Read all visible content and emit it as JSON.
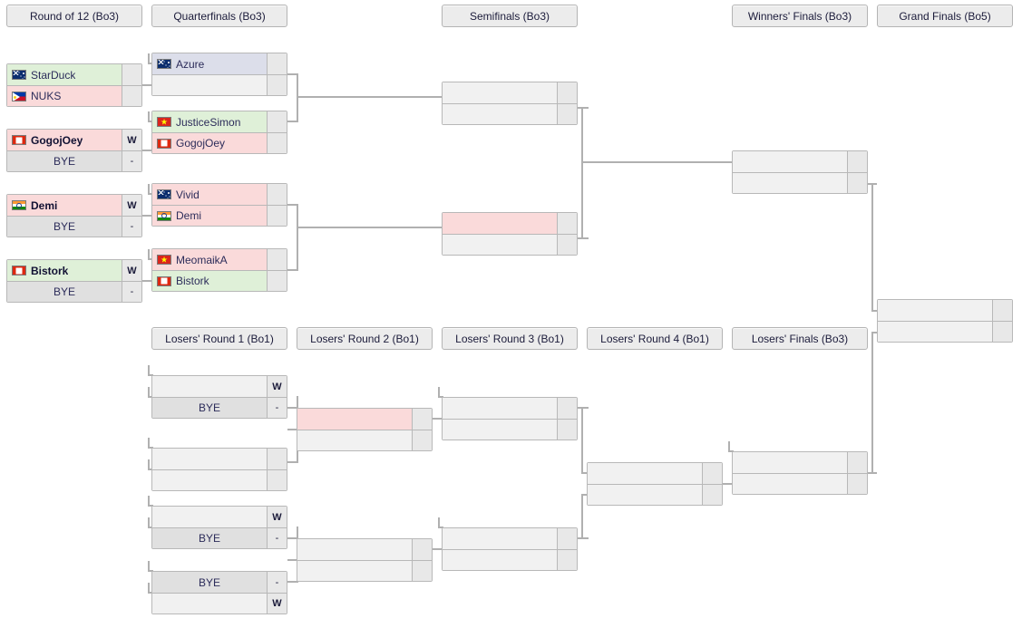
{
  "tournament": {
    "type": "double-elimination-bracket",
    "colors": {
      "win": "#dff0d8",
      "loss": "#fadada",
      "highlight_blue": "#dcdeea",
      "bye": "#e0e0e0",
      "empty": "#f1f1f1",
      "score_cell": "#e8e8e8",
      "border": "#b8b8b8",
      "connector": "#b0b0b0",
      "header": "#ececec"
    }
  },
  "headers": {
    "winners": [
      {
        "label": "Round of 12 (Bo3)"
      },
      {
        "label": "Quarterfinals (Bo3)"
      },
      {
        "label": "Semifinals (Bo3)"
      },
      {
        "label": "Winners' Finals (Bo3)"
      },
      {
        "label": "Grand Finals (Bo5)"
      }
    ],
    "losers": [
      {
        "label": "Losers' Round 1 (Bo1)"
      },
      {
        "label": "Losers' Round 2 (Bo1)"
      },
      {
        "label": "Losers' Round 3 (Bo1)"
      },
      {
        "label": "Losers' Round 4 (Bo1)"
      },
      {
        "label": "Losers' Finals (Bo3)"
      }
    ]
  },
  "matches": {
    "r12_m1": {
      "top": {
        "name": "StarDuck",
        "flag": "au",
        "state": "win",
        "score": ""
      },
      "bottom": {
        "name": "NUKS",
        "flag": "ph",
        "state": "loss",
        "score": ""
      }
    },
    "r12_m2": {
      "top": {
        "name": "GogojOey",
        "flag": "hk",
        "state": "loss",
        "score": "W",
        "bold": true
      },
      "bottom": {
        "name": "BYE",
        "flag": "",
        "state": "bye",
        "score": "-"
      }
    },
    "r12_m3": {
      "top": {
        "name": "Demi",
        "flag": "in",
        "state": "loss",
        "score": "W",
        "bold": true
      },
      "bottom": {
        "name": "BYE",
        "flag": "",
        "state": "bye",
        "score": "-"
      }
    },
    "r12_m4": {
      "top": {
        "name": "Bistork",
        "flag": "hk",
        "state": "win",
        "score": "W",
        "bold": true
      },
      "bottom": {
        "name": "BYE",
        "flag": "",
        "state": "bye",
        "score": "-"
      }
    },
    "qf_m1": {
      "top": {
        "name": "Azure",
        "flag": "au",
        "state": "blue",
        "score": ""
      },
      "bottom": {
        "name": "",
        "flag": "",
        "state": "empty",
        "score": ""
      }
    },
    "qf_m2": {
      "top": {
        "name": "JusticeSimon",
        "flag": "vn",
        "state": "win",
        "score": ""
      },
      "bottom": {
        "name": "GogojOey",
        "flag": "hk",
        "state": "loss",
        "score": ""
      }
    },
    "qf_m3": {
      "top": {
        "name": "Vivid",
        "flag": "au",
        "state": "loss",
        "score": ""
      },
      "bottom": {
        "name": "Demi",
        "flag": "in",
        "state": "loss",
        "score": ""
      }
    },
    "qf_m4": {
      "top": {
        "name": "MeomaikA",
        "flag": "vn",
        "state": "loss",
        "score": ""
      },
      "bottom": {
        "name": "Bistork",
        "flag": "hk",
        "state": "win",
        "score": ""
      }
    },
    "sf_m1": {
      "top": {
        "name": "",
        "flag": "",
        "state": "empty",
        "score": ""
      },
      "bottom": {
        "name": "",
        "flag": "",
        "state": "empty",
        "score": ""
      }
    },
    "sf_m2": {
      "top": {
        "name": "",
        "flag": "",
        "state": "pinkfill",
        "score": ""
      },
      "bottom": {
        "name": "",
        "flag": "",
        "state": "empty",
        "score": ""
      }
    },
    "wf_m1": {
      "top": {
        "name": "",
        "flag": "",
        "state": "empty",
        "score": ""
      },
      "bottom": {
        "name": "",
        "flag": "",
        "state": "empty",
        "score": ""
      }
    },
    "gf_m1": {
      "top": {
        "name": "",
        "flag": "",
        "state": "empty",
        "score": ""
      },
      "bottom": {
        "name": "",
        "flag": "",
        "state": "empty",
        "score": ""
      }
    },
    "lr1_m1": {
      "top": {
        "name": "",
        "flag": "",
        "state": "empty",
        "score": "W"
      },
      "bottom": {
        "name": "BYE",
        "flag": "",
        "state": "bye",
        "score": "-"
      }
    },
    "lr1_m2": {
      "top": {
        "name": "",
        "flag": "",
        "state": "empty",
        "score": ""
      },
      "bottom": {
        "name": "",
        "flag": "",
        "state": "empty",
        "score": ""
      }
    },
    "lr1_m3": {
      "top": {
        "name": "",
        "flag": "",
        "state": "empty",
        "score": "W"
      },
      "bottom": {
        "name": "BYE",
        "flag": "",
        "state": "bye",
        "score": "-"
      }
    },
    "lr1_m4": {
      "top": {
        "name": "BYE",
        "flag": "",
        "state": "bye",
        "score": "-"
      },
      "bottom": {
        "name": "",
        "flag": "",
        "state": "empty",
        "score": "W"
      }
    },
    "lr2_m1": {
      "top": {
        "name": "",
        "flag": "",
        "state": "pinkfill",
        "score": ""
      },
      "bottom": {
        "name": "",
        "flag": "",
        "state": "empty",
        "score": ""
      }
    },
    "lr2_m2": {
      "top": {
        "name": "",
        "flag": "",
        "state": "empty",
        "score": ""
      },
      "bottom": {
        "name": "",
        "flag": "",
        "state": "empty",
        "score": ""
      }
    },
    "lr3_m1": {
      "top": {
        "name": "",
        "flag": "",
        "state": "empty",
        "score": ""
      },
      "bottom": {
        "name": "",
        "flag": "",
        "state": "empty",
        "score": ""
      }
    },
    "lr3_m2": {
      "top": {
        "name": "",
        "flag": "",
        "state": "empty",
        "score": ""
      },
      "bottom": {
        "name": "",
        "flag": "",
        "state": "empty",
        "score": ""
      }
    },
    "lr4_m1": {
      "top": {
        "name": "",
        "flag": "",
        "state": "empty",
        "score": ""
      },
      "bottom": {
        "name": "",
        "flag": "",
        "state": "empty",
        "score": ""
      }
    },
    "lf_m1": {
      "top": {
        "name": "",
        "flag": "",
        "state": "empty",
        "score": ""
      },
      "bottom": {
        "name": "",
        "flag": "",
        "state": "empty",
        "score": ""
      }
    }
  }
}
